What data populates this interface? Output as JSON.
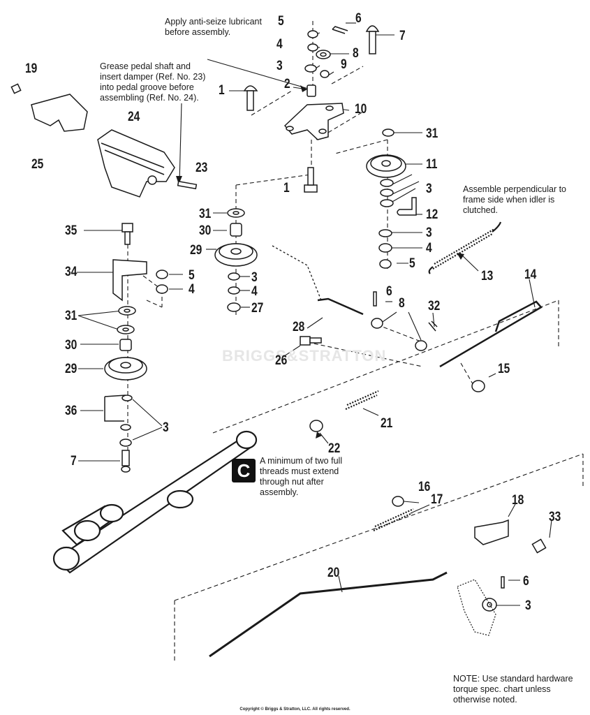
{
  "callouts": [
    {
      "id": "c5a",
      "text": "5"
    },
    {
      "id": "c6a",
      "text": "6"
    },
    {
      "id": "c7a",
      "text": "7"
    },
    {
      "id": "c4a",
      "text": "4"
    },
    {
      "id": "c8a",
      "text": "8"
    },
    {
      "id": "c3a",
      "text": "3"
    },
    {
      "id": "c9",
      "text": "9"
    },
    {
      "id": "c2",
      "text": "2"
    },
    {
      "id": "c1a",
      "text": "1"
    },
    {
      "id": "c10",
      "text": "10"
    },
    {
      "id": "c19",
      "text": "19"
    },
    {
      "id": "c24",
      "text": "24"
    },
    {
      "id": "c25",
      "text": "25"
    },
    {
      "id": "c23",
      "text": "23"
    },
    {
      "id": "c1b",
      "text": "1"
    },
    {
      "id": "c31a",
      "text": "31"
    },
    {
      "id": "c11",
      "text": "11"
    },
    {
      "id": "c3b",
      "text": "3"
    },
    {
      "id": "c12",
      "text": "12"
    },
    {
      "id": "c3c",
      "text": "3"
    },
    {
      "id": "c4b",
      "text": "4"
    },
    {
      "id": "c5b",
      "text": "5"
    },
    {
      "id": "c13",
      "text": "13"
    },
    {
      "id": "c31b",
      "text": "31"
    },
    {
      "id": "c30a",
      "text": "30"
    },
    {
      "id": "c29a",
      "text": "29"
    },
    {
      "id": "c3d",
      "text": "3"
    },
    {
      "id": "c4c",
      "text": "4"
    },
    {
      "id": "c27",
      "text": "27"
    },
    {
      "id": "c35",
      "text": "35"
    },
    {
      "id": "c34",
      "text": "34"
    },
    {
      "id": "c5c",
      "text": "5"
    },
    {
      "id": "c4d",
      "text": "4"
    },
    {
      "id": "c31c",
      "text": "31"
    },
    {
      "id": "c30b",
      "text": "30"
    },
    {
      "id": "c29b",
      "text": "29"
    },
    {
      "id": "c36",
      "text": "36"
    },
    {
      "id": "c3e",
      "text": "3"
    },
    {
      "id": "c7b",
      "text": "7"
    },
    {
      "id": "c6b",
      "text": "6"
    },
    {
      "id": "c8b",
      "text": "8"
    },
    {
      "id": "c32",
      "text": "32"
    },
    {
      "id": "c14",
      "text": "14"
    },
    {
      "id": "c28",
      "text": "28"
    },
    {
      "id": "c26",
      "text": "26"
    },
    {
      "id": "c15",
      "text": "15"
    },
    {
      "id": "c21",
      "text": "21"
    },
    {
      "id": "c22",
      "text": "22"
    },
    {
      "id": "c16",
      "text": "16"
    },
    {
      "id": "c17",
      "text": "17"
    },
    {
      "id": "c18",
      "text": "18"
    },
    {
      "id": "c33",
      "text": "33"
    },
    {
      "id": "c20",
      "text": "20"
    },
    {
      "id": "c6c",
      "text": "6"
    },
    {
      "id": "c3f",
      "text": "3"
    }
  ],
  "notes": {
    "anti_seize": "Apply anti-seize lubricant\nbefore assembly.",
    "grease": "Grease pedal shaft and\ninsert damper (Ref. No. 23)\ninto pedal groove before\nassembling (Ref. No. 24).",
    "perpendicular": "Assemble perpendicular to\nframe side when idler is\nclutched.",
    "threads": "A minimum of two full\nthreads must extend\nthrough nut after\nassembly.",
    "torque": "NOTE: Use standard hardware\ntorque spec. chart unless\notherwise noted."
  },
  "badge": "C",
  "watermark": "BRIGGS&STRATTON",
  "copyright": "Copyright © Briggs & Stratton, LLC. All rights reserved.",
  "colors": {
    "ink": "#1a1a1a",
    "paper": "#ffffff",
    "watermark": "#e6e6e6"
  }
}
